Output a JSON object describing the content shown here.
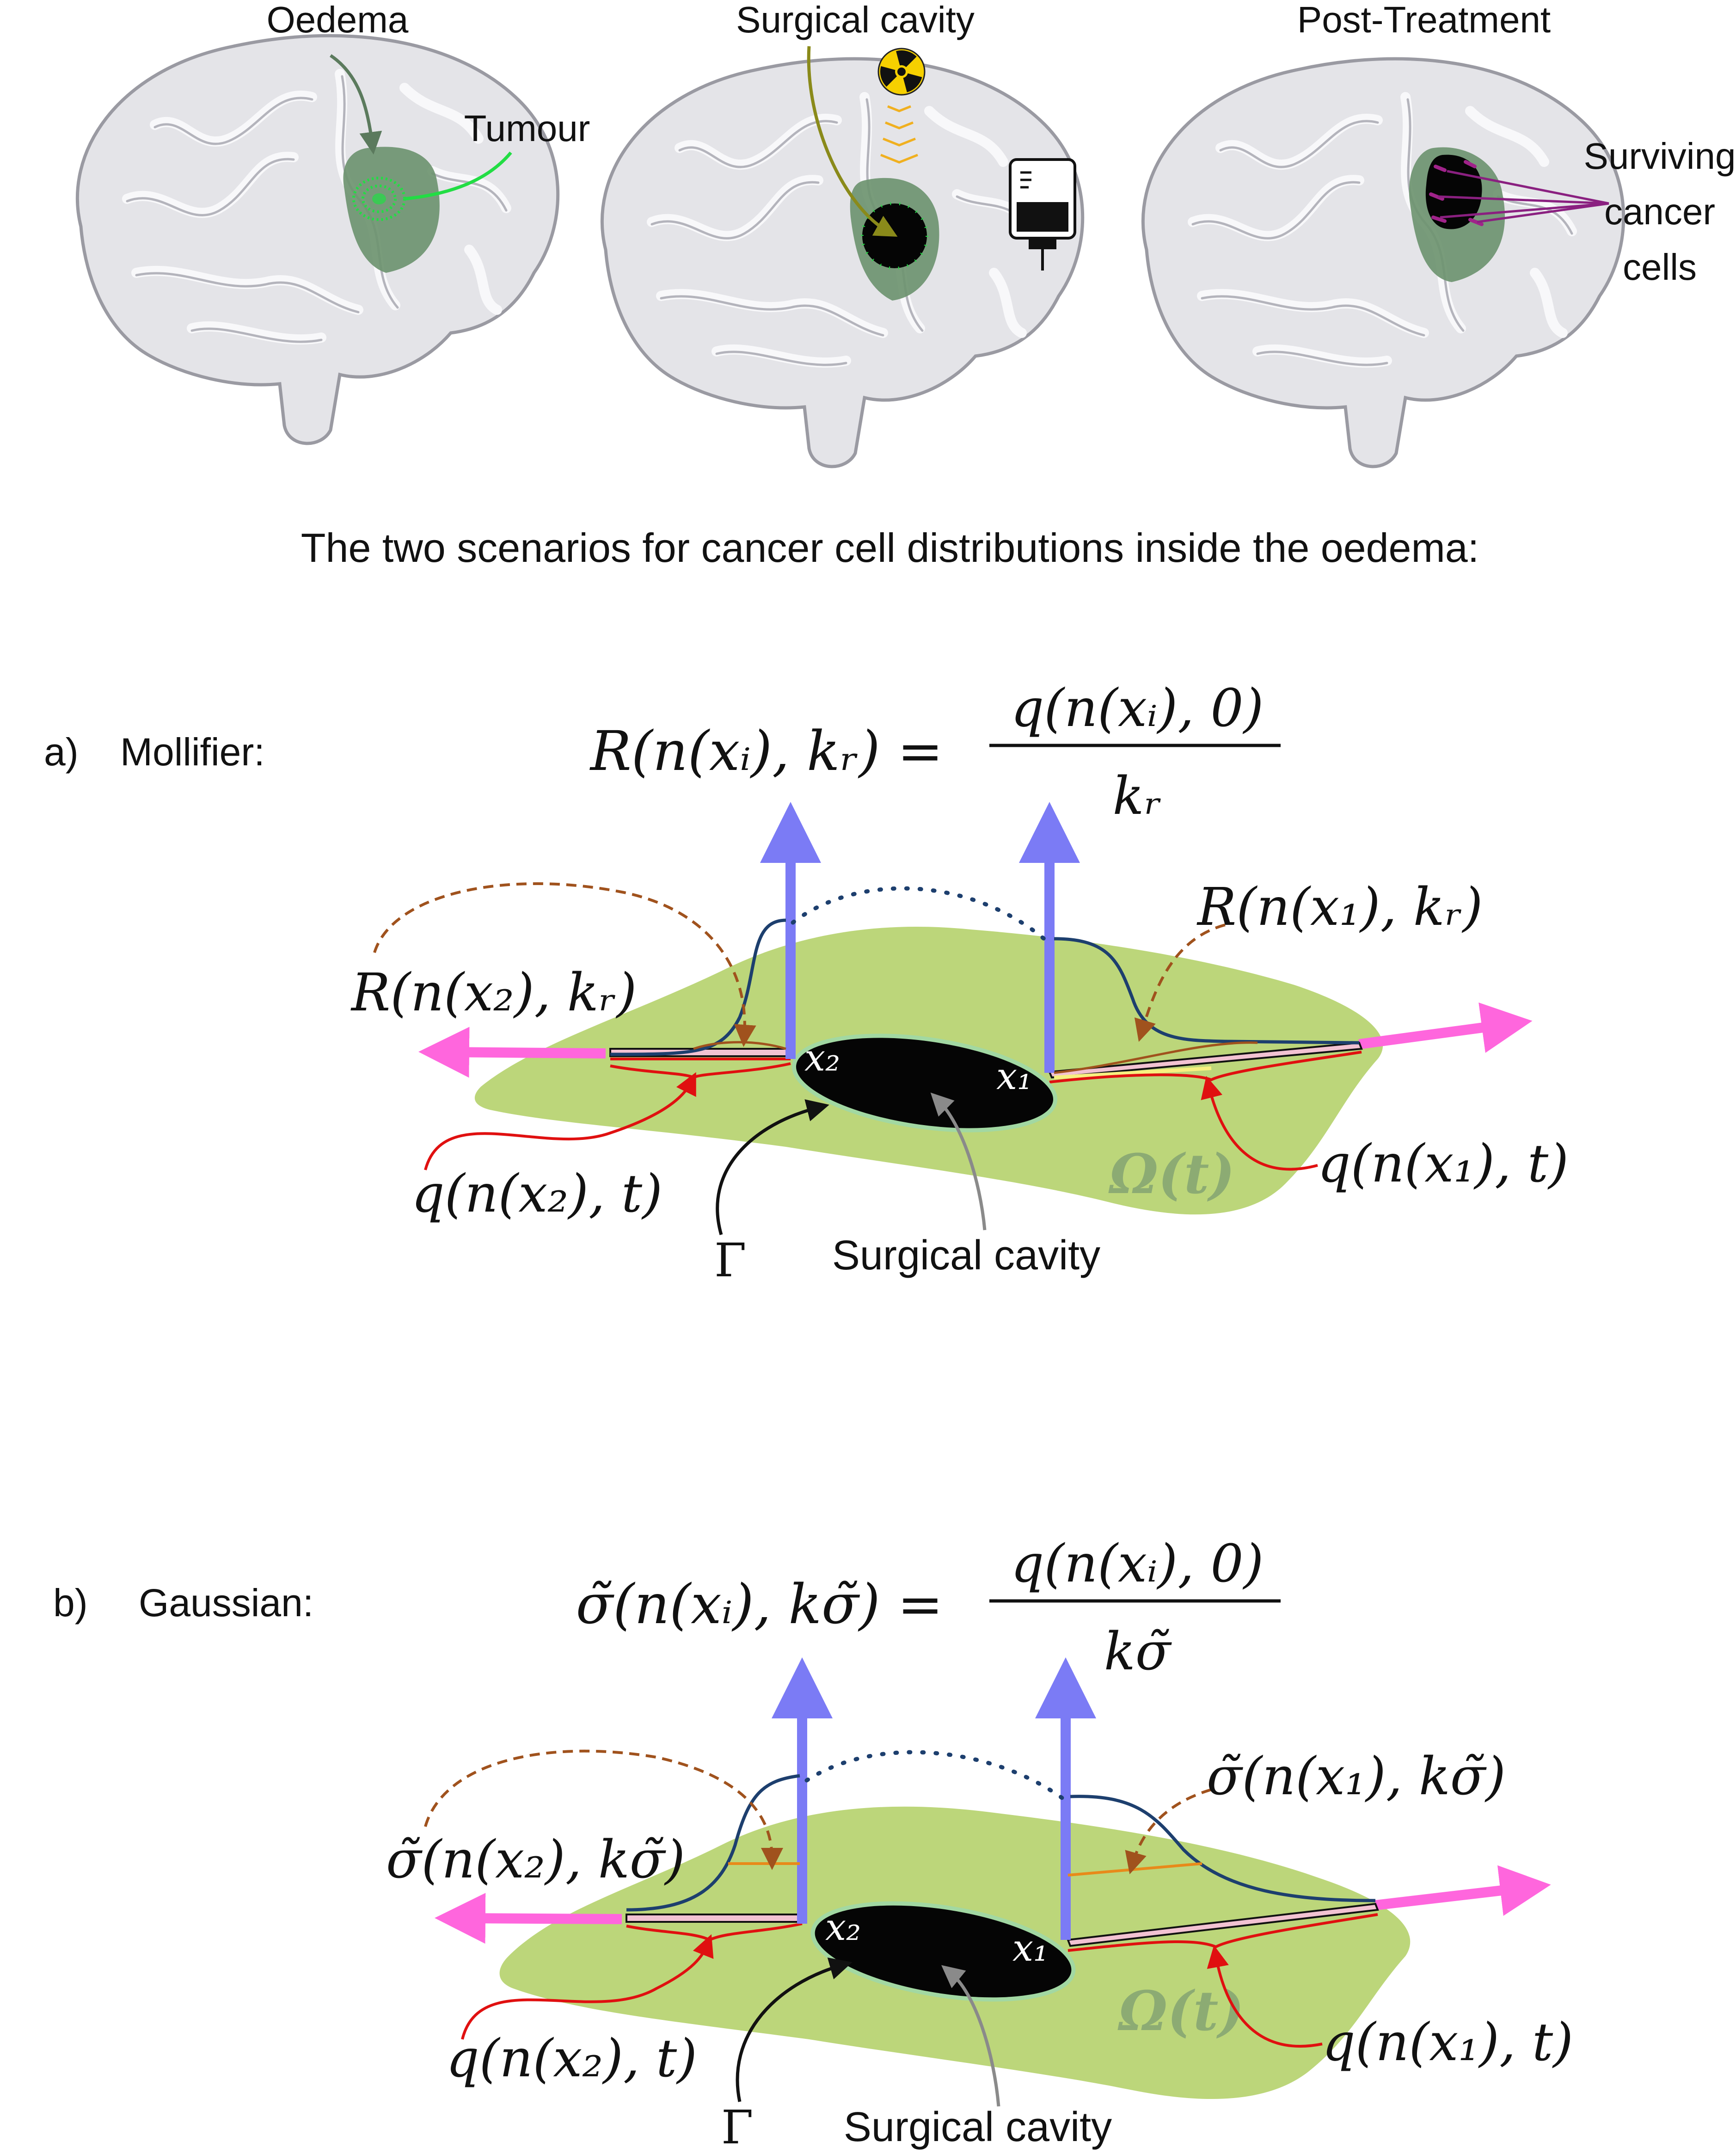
{
  "panels": {
    "brain1": {
      "oedema": "Oedema",
      "tumour": "Tumour"
    },
    "brain2": {
      "cavity": "Surgical cavity"
    },
    "brain3": {
      "title": "Post-Treatment",
      "surv1": "Surviving",
      "surv2": "cancer",
      "surv3": "cells"
    }
  },
  "heading": "The two scenarios for cancer cell distributions inside the oedema:",
  "scenarios": [
    {
      "letter": "a)",
      "name": "Mollifier:",
      "formula_lhs": "R(n(xᵢ), kᵣ) =",
      "formula_num": "q(n(xᵢ), 0)",
      "formula_den": "kᵣ",
      "func_x1": "R(n(x₁), kᵣ)",
      "func_x2": "R(n(x₂), kᵣ)",
      "q_x1": "q(n(x₁), t)",
      "q_x2": "q(n(x₂), t)",
      "x1": "x₁",
      "x2": "x₂",
      "domain": "Ω(t)",
      "gamma": "Γ",
      "cavity": "Surgical cavity"
    },
    {
      "letter": "b)",
      "name": "Gaussian:",
      "formula_lhs": "σ̃(n(xᵢ), kσ̃) =",
      "formula_num": "q(n(xᵢ), 0)",
      "formula_den": "kσ̃",
      "func_x1": "σ̃(n(x₁), kσ̃)",
      "func_x2": "σ̃(n(x₂), kσ̃)",
      "q_x1": "q(n(x₁), t)",
      "q_x2": "q(n(x₂), t)",
      "x1": "x₁",
      "x2": "x₂",
      "domain": "Ω(t)",
      "gamma": "Γ",
      "cavity": "Surgical cavity"
    }
  ],
  "icons": {
    "radiation": "radiation-icon",
    "chemo": "iv-bag-icon"
  },
  "colors": {
    "brain_fill": "#e4e4e8",
    "brain_line": "#9a9aa2",
    "oedema": "#6e9470",
    "tumour": "#22dd44",
    "domain": "#bcd67a",
    "axis_blue": "#7b7bf5",
    "axis_pink": "#ff66dd",
    "curve": "#1d3f6e",
    "red": "#e01010",
    "brown": "#a0521d"
  }
}
